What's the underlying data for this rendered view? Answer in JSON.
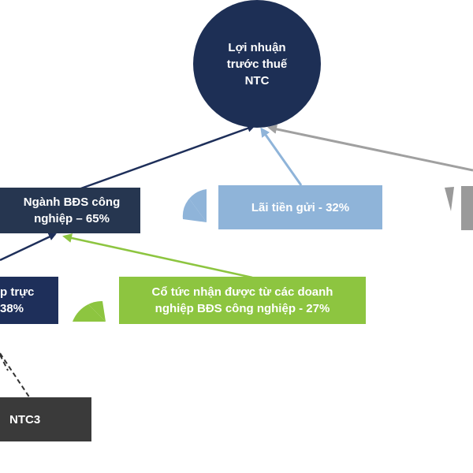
{
  "diagram": {
    "root": {
      "label": "Lợi nhuận trước thuế NTC"
    },
    "nodes": {
      "industrial_re": "Ngành BĐS công nghiệp – 65%",
      "direct_partial": "p trực\n38%",
      "dividends": "Cổ tức nhận được từ các doanh nghiệp BĐS công nghiệp - 27%",
      "deposit_interest": "Lãi tiền gửi - 32%",
      "ntc3": "NTC3"
    },
    "colors": {
      "root": "#1d2f55",
      "industrial_re": "#263650",
      "direct_partial": "#1e2f5a",
      "dividends": "#8dc540",
      "deposit_interest": "#8fb4d9",
      "grey_box": "#9a9a9a",
      "ntc3": "#3a3a3a"
    }
  }
}
